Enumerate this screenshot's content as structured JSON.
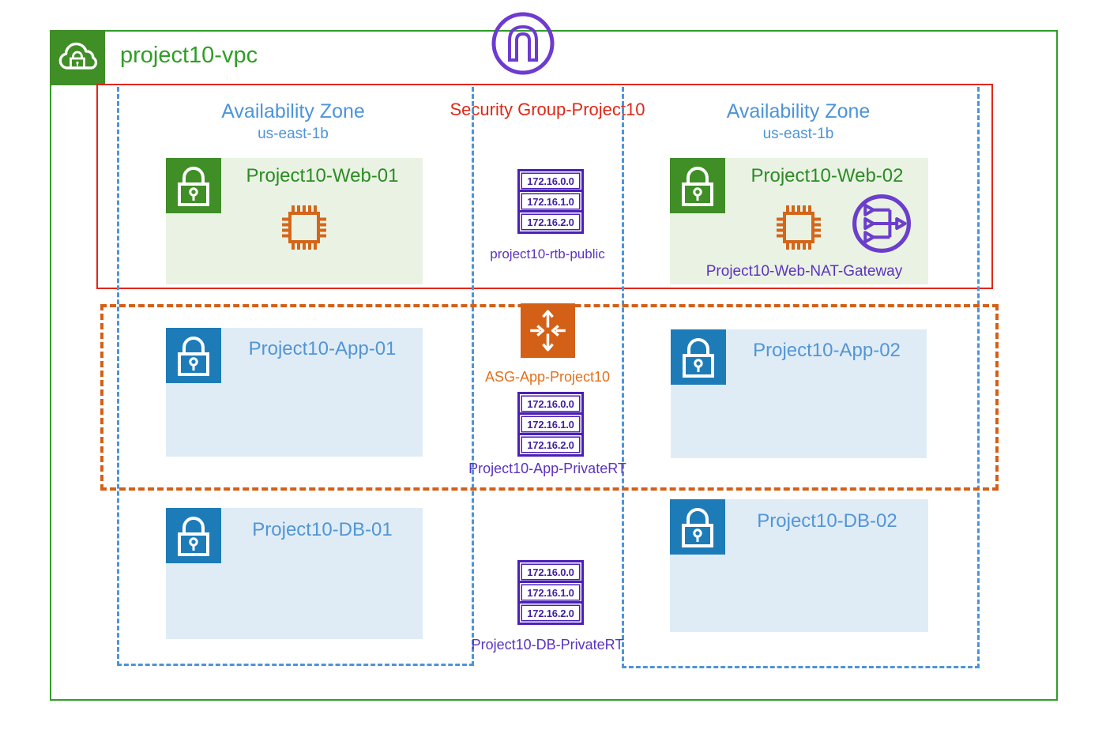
{
  "logo": {
    "name": "n-logo"
  },
  "vpc": {
    "title": "project10-vpc"
  },
  "security_group": {
    "label": "Security Group-Project10"
  },
  "availability_zone_left": {
    "title": "Availability Zone",
    "subtitle": "us-east-1b"
  },
  "availability_zone_right": {
    "title": "Availability Zone",
    "subtitle": "us-east-1b"
  },
  "subnets": {
    "web01": {
      "title": "Project10-Web-01"
    },
    "web02": {
      "title": "Project10-Web-02"
    },
    "app01": {
      "title": "Project10-App-01"
    },
    "app02": {
      "title": "Project10-App-02"
    },
    "db01": {
      "title": "Project10-DB-01"
    },
    "db02": {
      "title": "Project10-DB-02"
    }
  },
  "nat_gateway": {
    "label": "Project10-Web-NAT-Gateway"
  },
  "asg": {
    "label": "ASG-App-Project10"
  },
  "route_tables": {
    "public": {
      "entries": [
        "172.16.0.0",
        "172.16.1.0",
        "172.16.2.0"
      ],
      "label": "project10-rtb-public"
    },
    "app_private": {
      "entries": [
        "172.16.0.0",
        "172.16.1.0",
        "172.16.2.0"
      ],
      "label": "Project10-App-PrivateRT"
    },
    "db_private": {
      "entries": [
        "172.16.0.0",
        "172.16.1.0",
        "172.16.2.0"
      ],
      "label": "Project10-DB-PrivateRT"
    }
  },
  "colors": {
    "vpc_green": "#2f9e25",
    "lock_green": "#3f8e26",
    "subnet_green_bg": "#eaf2e4",
    "az_blue": "#4d94d9",
    "lock_blue": "#1d7cb8",
    "subnet_blue_bg": "#dfecf6",
    "security_red": "#e12717",
    "asg_orange": "#d45f17",
    "route_purple": "#4a1fb8",
    "label_purple": "#5b33c0",
    "nat_purple": "#6b3ecb"
  }
}
